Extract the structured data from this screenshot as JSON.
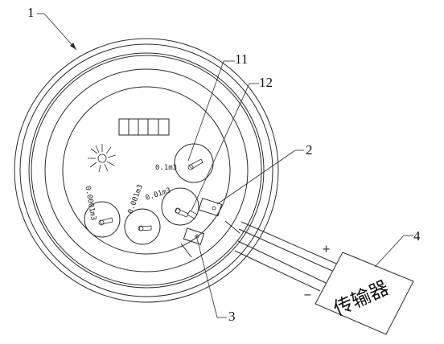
{
  "labels": {
    "ref_1": "1",
    "ref_2": "2",
    "ref_3": "3",
    "ref_4": "4",
    "ref_11": "11",
    "ref_12": "12"
  },
  "dials": {
    "d_0_1": "0.1m3",
    "d_0_01": "0.01m3",
    "d_0_001": "0.001m3",
    "d_0_0001": "0.0001m3"
  },
  "transmitter": {
    "text": "传输器",
    "plus": "+",
    "minus": "−"
  }
}
